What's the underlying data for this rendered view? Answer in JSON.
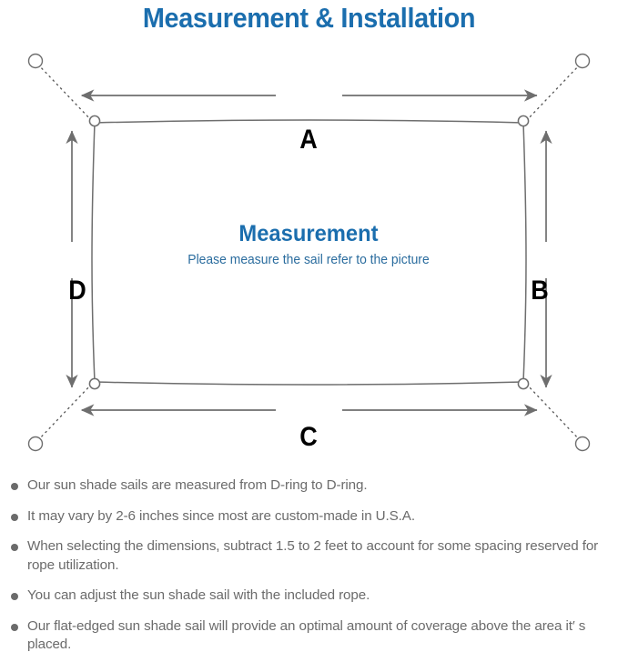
{
  "page": {
    "title": "Measurement & Installation",
    "title_color": "#1b6eae",
    "background": "#ffffff",
    "body_text_color": "#6b6b6b",
    "line_color": "#6e6e6e"
  },
  "diagram": {
    "name": "shade-sail-measurement-diagram",
    "center": {
      "heading": "Measurement",
      "subheading": "Please measure the sail refer to the picture",
      "heading_color": "#1b6eae",
      "subheading_color": "#2a6c9e"
    },
    "dimension_labels": {
      "top": "A",
      "right": "B",
      "bottom": "C",
      "left": "D"
    },
    "anchor_points": [
      {
        "name": "anchor-top-left",
        "position": "top-left"
      },
      {
        "name": "anchor-top-right",
        "position": "top-right"
      },
      {
        "name": "anchor-bottom-left",
        "position": "bottom-left"
      },
      {
        "name": "anchor-bottom-right",
        "position": "bottom-right"
      }
    ],
    "d_rings": [
      {
        "name": "d-ring-top-left",
        "position": "top-left"
      },
      {
        "name": "d-ring-top-right",
        "position": "top-right"
      },
      {
        "name": "d-ring-bottom-left",
        "position": "bottom-left"
      },
      {
        "name": "d-ring-bottom-right",
        "position": "bottom-right"
      }
    ]
  },
  "notes": [
    "Our sun shade sails are measured from D-ring to D-ring.",
    "It may vary by 2-6 inches since most are custom-made in U.S.A.",
    "When selecting the dimensions, subtract 1.5 to 2 feet to account for some spacing reserved for rope utilization.",
    "You can adjust the sun shade sail with the included rope.",
    "Our flat-edged sun shade sail will provide an optimal amount of coverage above the area it′  s placed."
  ]
}
